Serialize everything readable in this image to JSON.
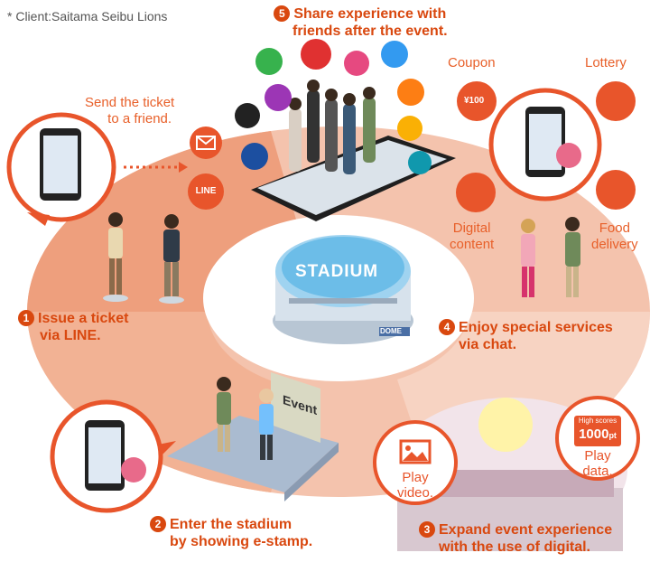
{
  "client_note": "* Client:Saitama Seibu Lions",
  "steps": {
    "s1": {
      "num": "1",
      "line1": "Issue a ticket",
      "line2": "via LINE."
    },
    "s2": {
      "num": "2",
      "line1": "Enter the stadium",
      "line2": "by showing e-stamp."
    },
    "s3": {
      "num": "3",
      "line1": "Expand event experience",
      "line2": "with the use of digital."
    },
    "s4": {
      "num": "4",
      "line1": "Enjoy special services",
      "line2": "via chat."
    },
    "s5": {
      "num": "5",
      "line1": "Share experience with",
      "line2": "friends after the event."
    }
  },
  "send_ticket": {
    "line1": "Send the ticket",
    "line2": "to a friend."
  },
  "line_badge": "LINE",
  "stadium_label": "STADIUM",
  "dome_sign": "DOME",
  "event_sign": "Event",
  "services": {
    "coupon": "Coupon",
    "coupon_value": "¥100",
    "lottery": "Lottery",
    "digital_line1": "Digital",
    "digital_line2": "content",
    "food_line1": "Food",
    "food_line2": "delivery"
  },
  "play_video": {
    "line1": "Play",
    "line2": "video."
  },
  "play_data": {
    "badge_top": "High scores",
    "badge_value": "1000",
    "badge_unit": "pt",
    "line1": "Play",
    "line2": "data."
  },
  "colors": {
    "accent": "#e8552b",
    "step_text": "#d9480f",
    "ring": "#f3b89f",
    "ring_dark": "#eb9a78"
  }
}
